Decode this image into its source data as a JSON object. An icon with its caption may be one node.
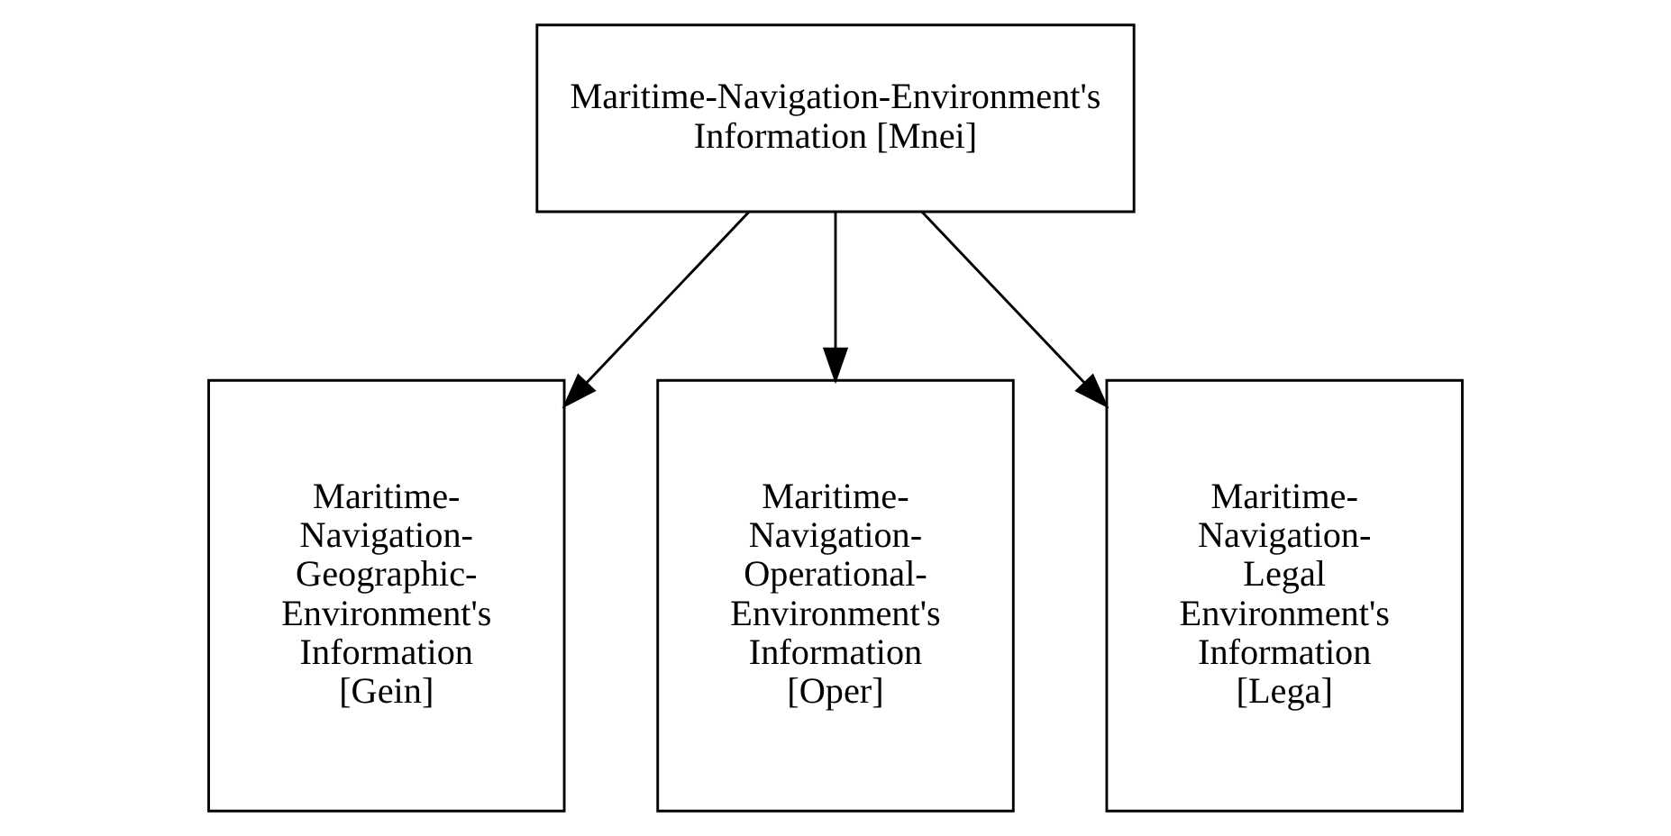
{
  "diagram": {
    "nodes": [
      {
        "text": [
          "Maritime-Navigation-Environment's Information [Mnei]"
        ]
      },
      {
        "text": [
          "Maritime-Navigation-Geographic-Environment's Information [Gein]"
        ]
      },
      {
        "text": [
          "Maritime-Navigation-Operational-Environment's Information [Oper]"
        ]
      },
      {
        "text": [
          "Maritime-Navigation-Legal Environment's Information [Lega]"
        ]
      }
    ],
    "edges": [
      {
        "from": 0,
        "to": 1,
        "arrow": "to"
      },
      {
        "from": 0,
        "to": 2,
        "arrow": "to"
      },
      {
        "from": 0,
        "to": 3,
        "arrow": "to"
      }
    ]
  }
}
